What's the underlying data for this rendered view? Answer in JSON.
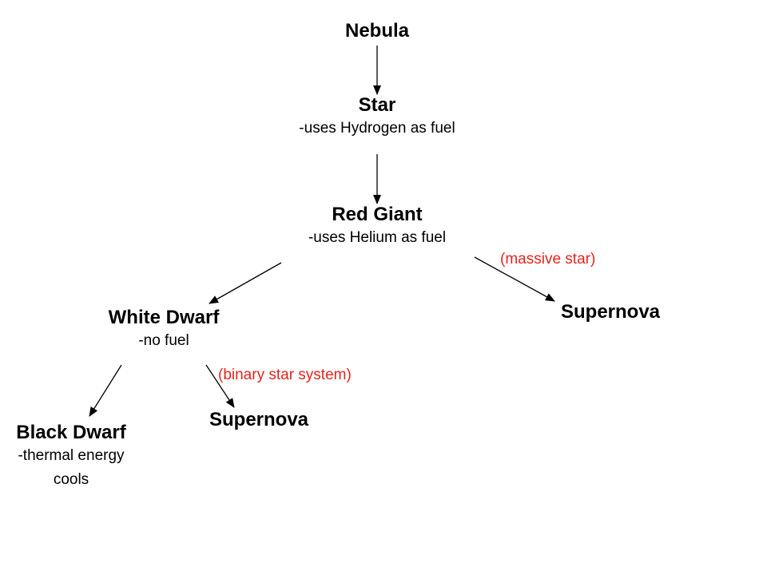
{
  "colors": {
    "text": "#000000",
    "condition": "#e3241c",
    "arrow": "#000000"
  },
  "nodes": {
    "nebula": {
      "title": "Nebula"
    },
    "star": {
      "title": "Star",
      "desc": "-uses Hydrogen as fuel"
    },
    "red_giant": {
      "title": "Red Giant",
      "desc": "-uses Helium as fuel"
    },
    "supernova_massive": {
      "title": "Supernova"
    },
    "white_dwarf": {
      "title": "White Dwarf",
      "desc": "-no fuel"
    },
    "supernova_binary": {
      "title": "Supernova"
    },
    "black_dwarf": {
      "title": "Black Dwarf",
      "desc_line1": "-thermal energy",
      "desc_line2": "cools"
    }
  },
  "conditions": {
    "massive_star": "(massive star)",
    "binary_star_system": "(binary star system)"
  }
}
